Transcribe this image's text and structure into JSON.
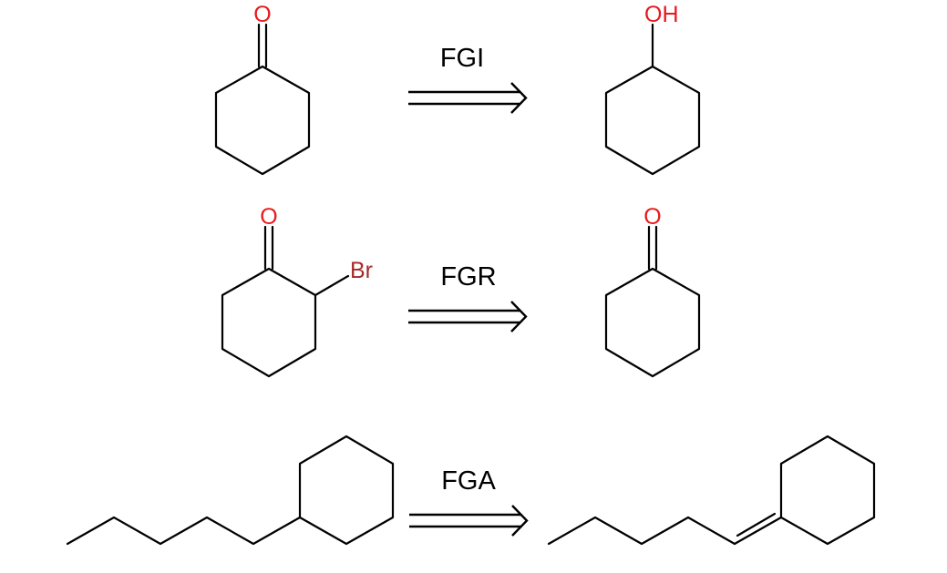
{
  "colors": {
    "oxygen": "#e8191d",
    "bromine": "#a52a2a",
    "bond": "#000000",
    "text": "#000000",
    "background": "#ffffff"
  },
  "rows": [
    {
      "reaction_label": "FGI",
      "arrow_icon": "retrosynthetic-double-arrow-icon",
      "left_atoms": [
        "O"
      ],
      "right_atoms": [
        "OH"
      ]
    },
    {
      "reaction_label": "FGR",
      "arrow_icon": "retrosynthetic-double-arrow-icon",
      "left_atoms": [
        "O",
        "Br"
      ],
      "right_atoms": [
        "O"
      ]
    },
    {
      "reaction_label": "FGA",
      "arrow_icon": "retrosynthetic-double-arrow-icon",
      "left_atoms": [],
      "right_atoms": []
    }
  ]
}
